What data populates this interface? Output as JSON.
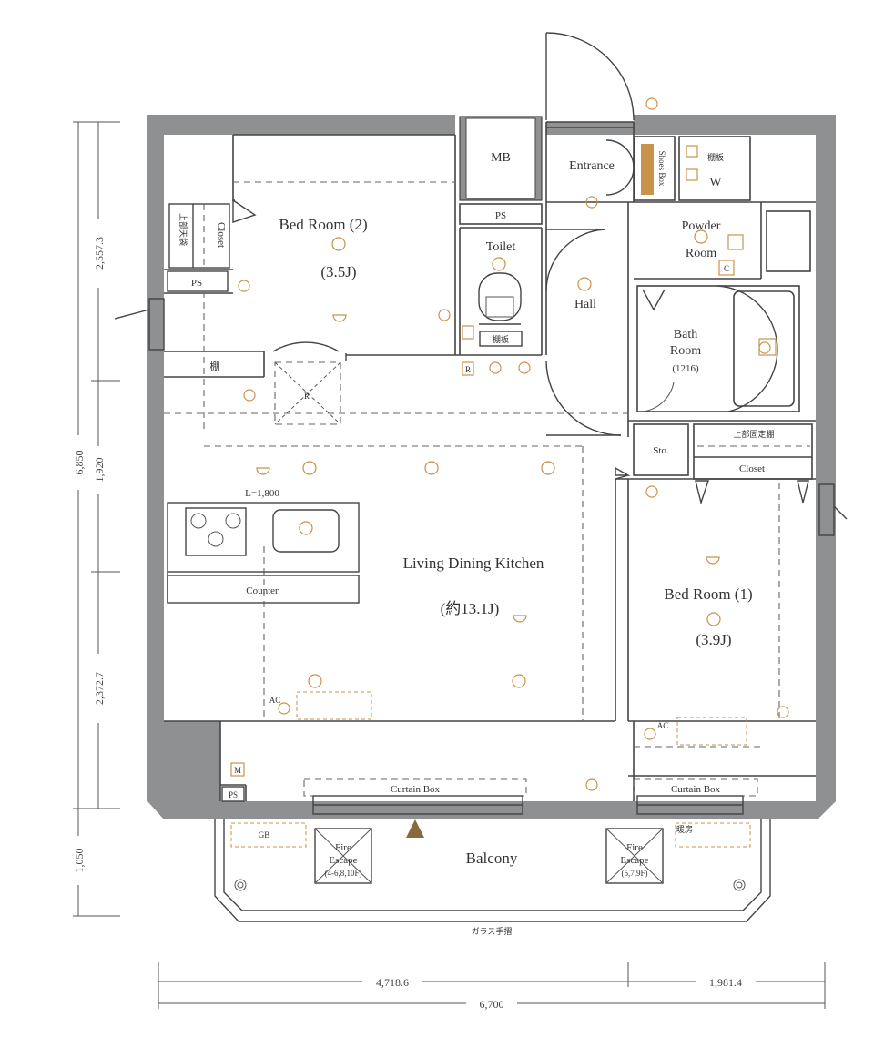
{
  "rooms": {
    "bed2": "Bed Room (2)",
    "bed2_size": "(3.5J)",
    "bed1": "Bed Room (1)",
    "bed1_size": "(3.9J)",
    "ldk": "Living Dining Kitchen",
    "ldk_size": "(約13.1J)",
    "entrance": "Entrance",
    "mb": "MB",
    "ps": "PS",
    "toilet": "Toilet",
    "hall": "Hall",
    "powder1": "Powder",
    "powder2": "Room",
    "bath1": "Bath",
    "bath2": "Room",
    "bath_size": "(1216)",
    "sto": "Sto.",
    "closet": "Closet",
    "balcony": "Balcony",
    "curtain_box": "Curtain Box",
    "counter": "Counter",
    "kitchen_len": "L=1,800",
    "shoes_box": "Shoes Box",
    "w": "W",
    "tana": "棚",
    "tanaita": "棚板",
    "upper_shelf": "上部固定棚",
    "upper_tenjo": "上部天袋",
    "fire_escape1": "Fire",
    "fire_escape2": "Escape",
    "fire_floors_l": "(4-6,8,10F)",
    "fire_floors_r": "(5,7,9F)",
    "glass_rail": "ガラス手摺",
    "danbou": "暖房",
    "r": "R",
    "c": "C",
    "m": "M",
    "ac": "AC",
    "gb": "GB"
  },
  "dimensions": {
    "total_height": "6,850",
    "h1": "2,557.3",
    "h2": "1,920",
    "h3": "2,372.7",
    "balcony_depth": "1,050",
    "w_left": "4,718.6",
    "w_right": "1,981.4",
    "total_width": "6,700"
  }
}
